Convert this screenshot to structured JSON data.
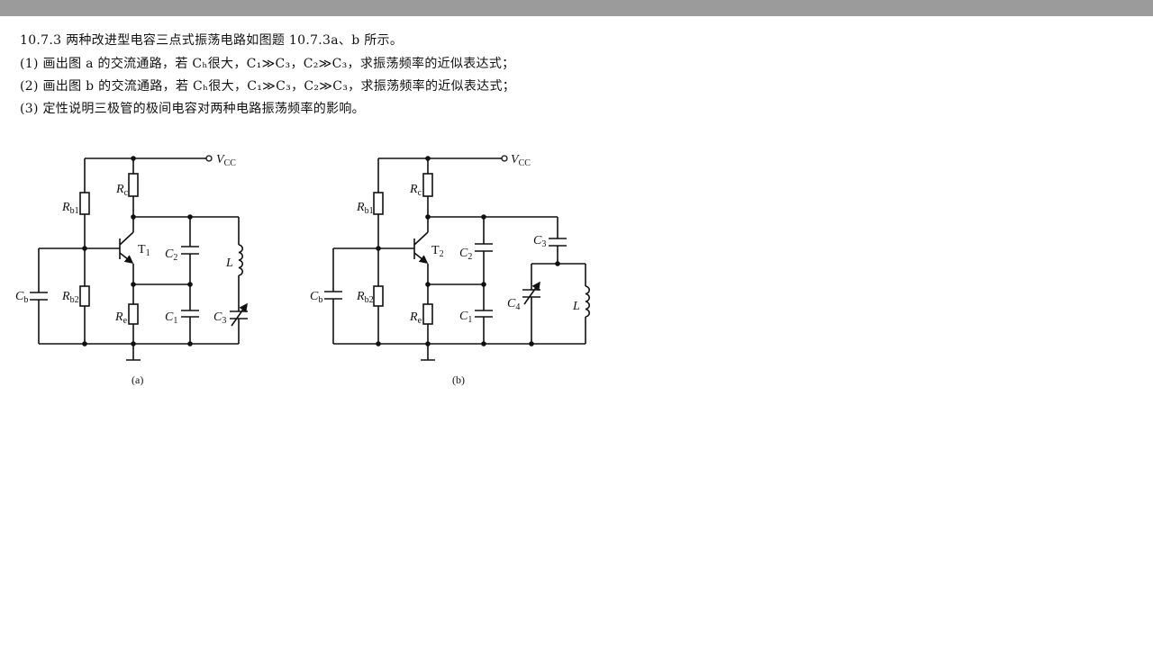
{
  "problem": {
    "lines": [
      "10.7.3   两种改进型电容三点式振荡电路如图题 10.7.3a、b 所示。",
      "(1) 画出图 a 的交流通路，若 Cₕ很大，C₁≫C₃，C₂≫C₃，求振荡频率的近似表达式；",
      "(2) 画出图 b 的交流通路，若 Cₕ很大，C₁≫C₃，C₂≫C₃，求振荡频率的近似表达式；",
      "(3) 定性说明三极管的极间电容对两种电路振荡频率的影响。"
    ]
  },
  "circuit_a": {
    "caption": "(a)",
    "labels": {
      "vcc": "V",
      "vcc_sub": "CC",
      "rc": "R",
      "rc_sub": "c",
      "rb1": "R",
      "rb1_sub": "b1",
      "rb2": "R",
      "rb2_sub": "b2",
      "re": "R",
      "re_sub": "e",
      "cb": "C",
      "cb_sub": "b",
      "c1": "C",
      "c1_sub": "1",
      "c2": "C",
      "c2_sub": "2",
      "c3": "C",
      "c3_sub": "3",
      "l": "L",
      "t": "T",
      "t_sub": "1"
    }
  },
  "circuit_b": {
    "caption": "(b)",
    "labels": {
      "vcc": "V",
      "vcc_sub": "CC",
      "rc": "R",
      "rc_sub": "c",
      "rb1": "R",
      "rb1_sub": "b1",
      "rb2": "R",
      "rb2_sub": "b2",
      "re": "R",
      "re_sub": "e",
      "cb": "C",
      "cb_sub": "b",
      "c1": "C",
      "c1_sub": "1",
      "c2": "C",
      "c2_sub": "2",
      "c3": "C",
      "c3_sub": "3",
      "c4": "C",
      "c4_sub": "4",
      "l": "L",
      "t": "T",
      "t_sub": "2"
    }
  }
}
